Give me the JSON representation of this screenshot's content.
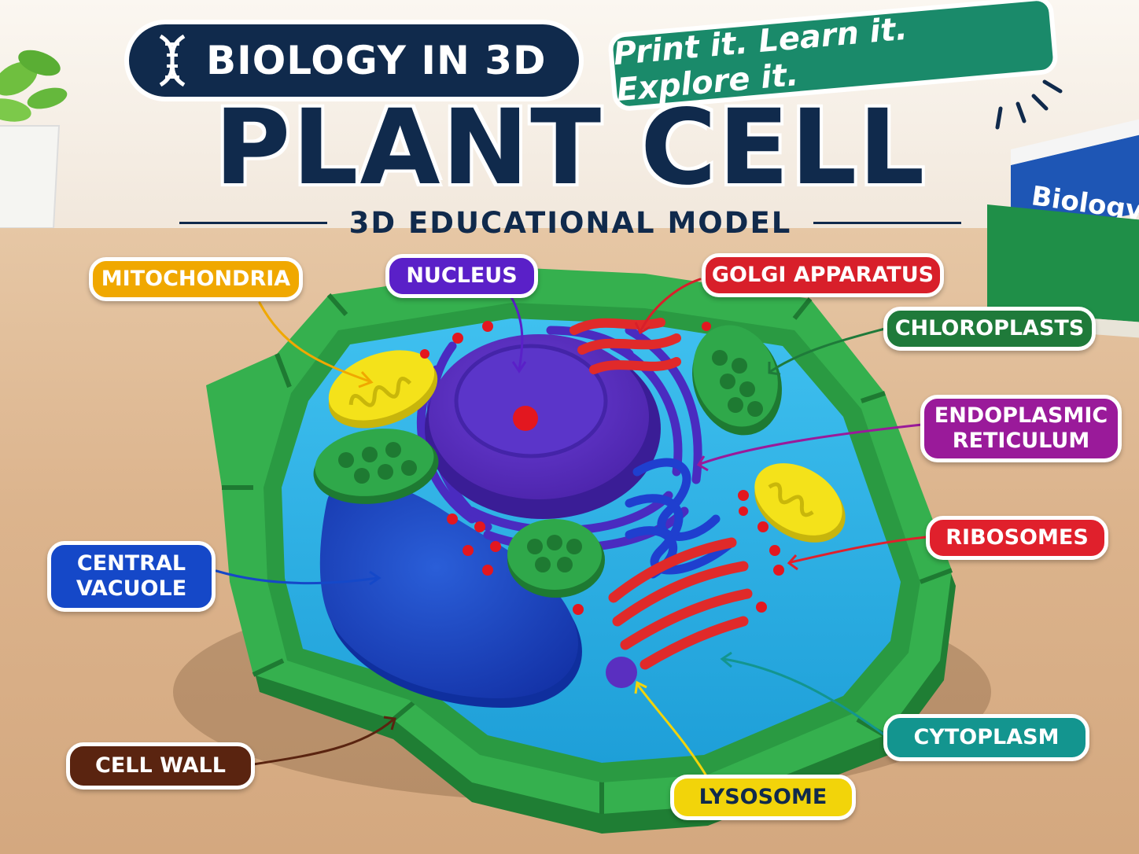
{
  "header": {
    "badge_text": "BIOLOGY IN 3D",
    "slogan": "Print it. Learn it. Explore it.",
    "title": "PLANT CELL",
    "subtitle": "3D EDUCATIONAL MODEL"
  },
  "background": {
    "book_spine_text": "Biology"
  },
  "labels": [
    {
      "key": "mitochondria",
      "text": "MITOCHONDRIA",
      "color": "#f0a800"
    },
    {
      "key": "nucleus",
      "text": "NUCLEUS",
      "color": "#5a20c8"
    },
    {
      "key": "golgi",
      "text": "GOLGI APPARATUS",
      "color": "#d81f2a"
    },
    {
      "key": "chloroplasts",
      "text": "CHLOROPLASTS",
      "color": "#1f7a3a"
    },
    {
      "key": "er",
      "text": "ENDOPLASMIC RETICULUM",
      "line1": "ENDOPLASMIC",
      "line2": "RETICULUM",
      "color": "#9a1a9a"
    },
    {
      "key": "ribosomes",
      "text": "RIBOSOMES",
      "color": "#e0202c"
    },
    {
      "key": "vacuole",
      "text": "CENTRAL VACUOLE",
      "line1": "CENTRAL",
      "line2": "VACUOLE",
      "color": "#1548c8"
    },
    {
      "key": "cytoplasm",
      "text": "CYTOPLASM",
      "color": "#13958f"
    },
    {
      "key": "cellwall",
      "text": "CELL WALL",
      "color": "#5a2410"
    },
    {
      "key": "lysosome",
      "text": "LYSOSOME",
      "color": "#f2d40a"
    }
  ],
  "colors": {
    "navy": "#102a4c",
    "wall_green": "#2faa4a",
    "cytoplasm_blue": "#27b0e6",
    "vacuole_blue": "#1d47c9",
    "nucleus_purple": "#5a2fc0",
    "golgi_red": "#e02a2a",
    "mito_yellow": "#f4e21a",
    "chloro_green": "#2d9a45"
  }
}
